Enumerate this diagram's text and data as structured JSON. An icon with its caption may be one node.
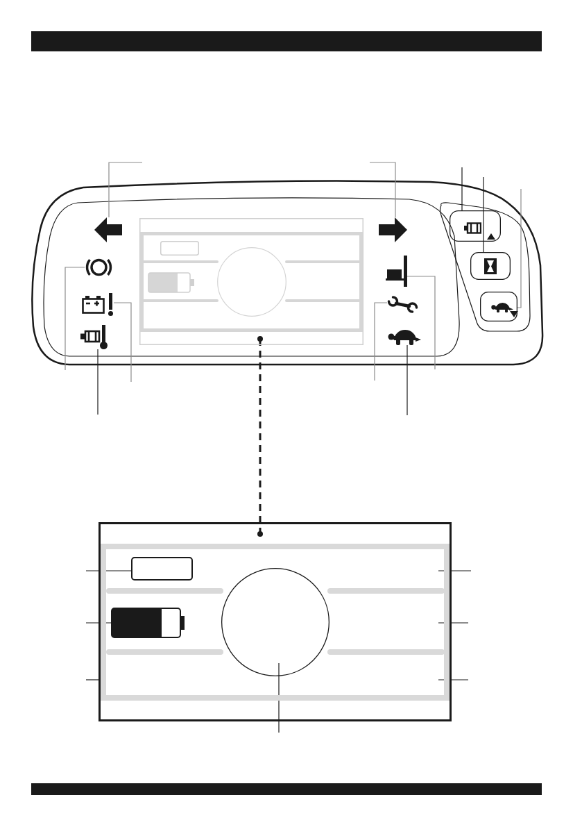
{
  "diagram": {
    "nodes": [
      {
        "text": [],
        "shape": "picture"
      },
      {
        "text": [],
        "shape": "picture"
      },
      {
        "text": [],
        "shape": "box"
      },
      {
        "text": [],
        "shape": "box"
      },
      {
        "text": [],
        "shape": "box"
      },
      {
        "text": [],
        "shape": "box"
      },
      {
        "text": [],
        "shape": "circle"
      },
      {
        "text": [],
        "shape": "picture"
      },
      {
        "text": [],
        "shape": "picture"
      },
      {
        "text": [],
        "shape": "picture"
      },
      {
        "text": [],
        "shape": "picture"
      },
      {
        "text": [],
        "shape": "picture"
      },
      {
        "text": [],
        "shape": "box"
      },
      {
        "text": [],
        "shape": "box",
        "in": 12
      },
      {
        "text": [],
        "shape": "box",
        "in": 13
      },
      {
        "text": [],
        "shape": "picture",
        "in": 13
      },
      {
        "text": [],
        "shape": "circle",
        "in": 13
      }
    ],
    "edges": [
      {
        "from": null,
        "to": 0,
        "arrow": "none",
        "color": "#8c8c8c"
      },
      {
        "from": null,
        "to": 1,
        "arrow": "none",
        "color": "#8c8c8c"
      },
      {
        "from": null,
        "to": 2,
        "arrow": "none"
      },
      {
        "from": null,
        "to": 3,
        "arrow": "none"
      },
      {
        "from": null,
        "to": 4,
        "arrow": "none",
        "color": "#8c8c8c"
      },
      {
        "from": null,
        "to": 6,
        "arrow": "none",
        "color": "#8c8c8c"
      },
      {
        "from": null,
        "to": 7,
        "arrow": "none",
        "color": "#8c8c8c"
      },
      {
        "from": null,
        "to": 10,
        "arrow": "none"
      },
      {
        "from": null,
        "to": 9,
        "arrow": "none",
        "color": "#8c8c8c"
      },
      {
        "from": null,
        "to": 8,
        "arrow": "none",
        "color": "#8c8c8c"
      },
      {
        "from": null,
        "to": 11,
        "arrow": "none"
      },
      {
        "from": 5,
        "to": 12,
        "arrow": "other",
        "style": "dashed"
      },
      {
        "from": null,
        "to": 14,
        "arrow": "none"
      },
      {
        "from": null,
        "to": 15,
        "arrow": "none"
      },
      {
        "from": null,
        "to": 13,
        "arrow": "none"
      },
      {
        "from": null,
        "to": 13,
        "arrow": "none"
      },
      {
        "from": null,
        "to": 13,
        "arrow": "none"
      },
      {
        "from": null,
        "to": 13,
        "arrow": "none"
      },
      {
        "from": null,
        "to": 16,
        "arrow": "none"
      }
    ]
  }
}
